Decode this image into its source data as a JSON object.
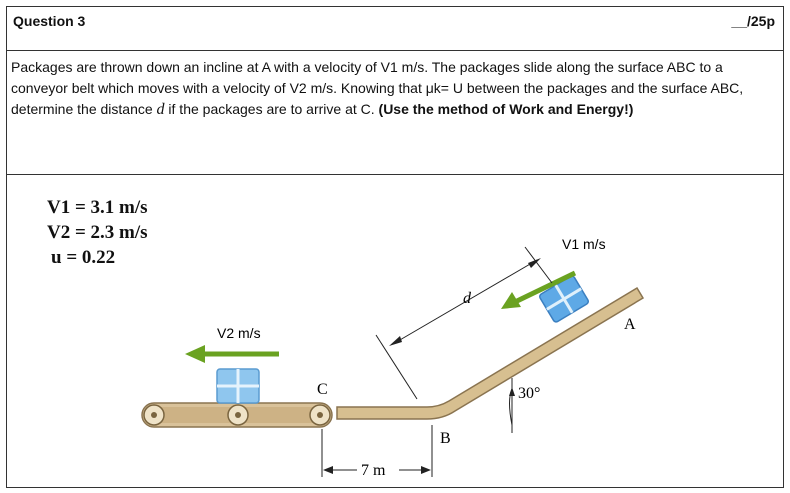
{
  "header": {
    "title": "Question 3",
    "points": "__/25p"
  },
  "problem": {
    "text_main": "Packages are thrown down an incline at A with a velocity of V1 m/s. The packages slide along the surface ABC to a conveyor belt which moves with a velocity of V2 m/s. Knowing that μk= U between the packages and the surface ABC, determine the distance ",
    "d_symbol": "d",
    "text_after": " if the packages are to arrive at C. ",
    "text_bold": "(Use the method of Work and Energy!)"
  },
  "givens": {
    "v1": "V1 = 3.1 m/s",
    "v2": "V2 = 2.3 m/s",
    "u": "u = 0.22"
  },
  "figure": {
    "label_v1": "V1 m/s",
    "label_v2": "V2 m/s",
    "label_a": "A",
    "label_b": "B",
    "label_c": "C",
    "label_d": "d",
    "label_angle": "30°",
    "label_dist": "7 m",
    "colors": {
      "arrow": "#6aa221",
      "package": "#6ab0e8",
      "belt": "#d9c29a",
      "incline": "#d7bf90"
    }
  }
}
